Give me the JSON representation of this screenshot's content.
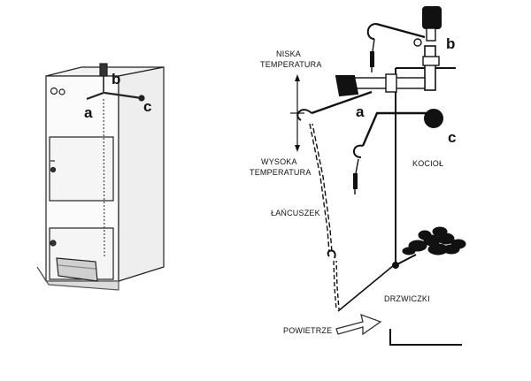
{
  "labels": {
    "niska_line1": "NISKA",
    "niska_line2": "TEMPERATURA",
    "wysoka_line1": "WYSOKA",
    "wysoka_line2": "TEMPERATURA",
    "chain": "ŁAŃCUSZEK",
    "boiler": "KOCIOŁ",
    "door": "DRZWICZKI",
    "air": "POWIETRZE"
  },
  "markers": {
    "a": "a",
    "b": "b",
    "c": "c"
  },
  "colors": {
    "ink": "#111111",
    "paper": "#ffffff"
  }
}
